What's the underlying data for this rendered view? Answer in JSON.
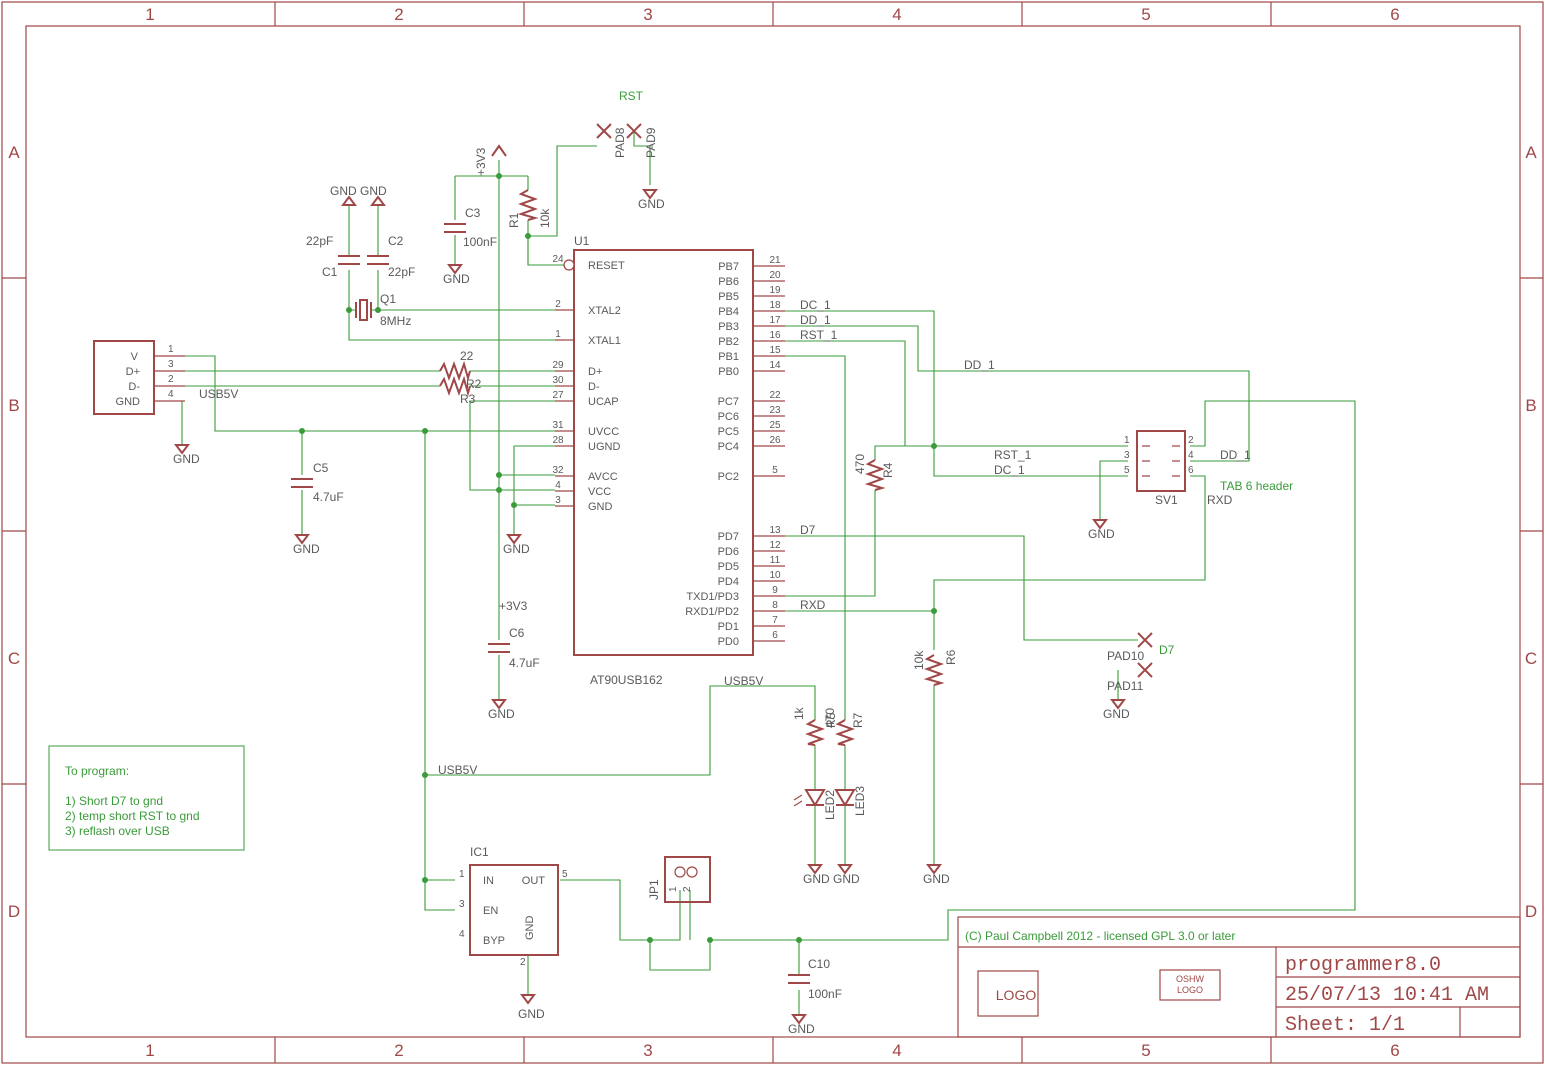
{
  "frame": {
    "columns": [
      "1",
      "2",
      "3",
      "4",
      "5",
      "6"
    ],
    "rows": [
      "A",
      "B",
      "C",
      "D"
    ]
  },
  "title_block": {
    "copyright": "(C) Paul Campbell 2012 - licensed GPL 3.0 or later",
    "name": "programmer8.0",
    "date": "25/07/13 10:41 AM",
    "sheet": "Sheet: 1/1",
    "logo": "LOGO",
    "oshw_1": "OSHW",
    "oshw_2": "LOGO"
  },
  "note": {
    "title": "To program:",
    "lines": [
      "1) Short D7 to gnd",
      "2) temp short RST to gnd",
      "3) reflash over USB"
    ]
  },
  "u1": {
    "ref": "U1",
    "value": "AT90USB162",
    "left_pins": [
      {
        "name": "RESET",
        "num": "24"
      },
      {
        "name": "XTAL2",
        "num": "2"
      },
      {
        "name": "XTAL1",
        "num": "1"
      },
      {
        "name": "D+",
        "num": "29"
      },
      {
        "name": "D-",
        "num": "30"
      },
      {
        "name": "UCAP",
        "num": "27"
      },
      {
        "name": "UVCC",
        "num": "31"
      },
      {
        "name": "UGND",
        "num": "28"
      },
      {
        "name": "AVCC",
        "num": "32"
      },
      {
        "name": "VCC",
        "num": "4"
      },
      {
        "name": "GND",
        "num": "3"
      }
    ],
    "right_pins": [
      {
        "name": "PB7",
        "num": "21"
      },
      {
        "name": "PB6",
        "num": "20"
      },
      {
        "name": "PB5",
        "num": "19"
      },
      {
        "name": "PB4",
        "num": "18"
      },
      {
        "name": "PB3",
        "num": "17"
      },
      {
        "name": "PB2",
        "num": "16"
      },
      {
        "name": "PB1",
        "num": "15"
      },
      {
        "name": "PB0",
        "num": "14"
      },
      {
        "name": "PC7",
        "num": "22"
      },
      {
        "name": "PC6",
        "num": "23"
      },
      {
        "name": "PC5",
        "num": "25"
      },
      {
        "name": "PC4",
        "num": "26"
      },
      {
        "name": "PC2",
        "num": "5"
      },
      {
        "name": "PD7",
        "num": "13"
      },
      {
        "name": "PD6",
        "num": "12"
      },
      {
        "name": "PD5",
        "num": "11"
      },
      {
        "name": "PD4",
        "num": "10"
      },
      {
        "name": "TXD1/PD3",
        "num": "9"
      },
      {
        "name": "RXD1/PD2",
        "num": "8"
      },
      {
        "name": "PD1",
        "num": "7"
      },
      {
        "name": "PD0",
        "num": "6"
      }
    ]
  },
  "usb_connector": {
    "pins": [
      {
        "name": "V",
        "num": "1"
      },
      {
        "name": "D+",
        "num": "3"
      },
      {
        "name": "D-",
        "num": "2"
      },
      {
        "name": "GND",
        "num": "4"
      }
    ]
  },
  "ic1": {
    "ref": "IC1",
    "in": "IN",
    "out": "OUT",
    "en": "EN",
    "byp": "BYP",
    "gnd": "GND",
    "pin_in": "1",
    "pin_out": "5",
    "pin_en": "3",
    "pin_byp": "4",
    "pin_gnd": "2"
  },
  "sv1": {
    "ref": "SV1",
    "desc": "TAB 6 header",
    "pins_left": [
      "1",
      "3",
      "5"
    ],
    "pins_right": [
      "2",
      "4",
      "6"
    ]
  },
  "jp1": {
    "ref": "JP1",
    "p1": "1",
    "p2": "2"
  },
  "components": {
    "r1": {
      "ref": "R1",
      "value": "10k"
    },
    "r2": {
      "value": "22",
      "ref": "R2"
    },
    "r3": {
      "ref": "R3"
    },
    "r4": {
      "value": "470",
      "ref": "R4"
    },
    "r5": {
      "value": "1k",
      "ref": "R5"
    },
    "r6": {
      "value": "10k",
      "ref": "R6"
    },
    "r7": {
      "value": "470",
      "ref": "R7"
    },
    "c1": {
      "ref": "C1",
      "value": "22pF"
    },
    "c2": {
      "ref": "C2",
      "value": "22pF"
    },
    "c3": {
      "ref": "C3",
      "value": "100nF"
    },
    "c5": {
      "ref": "C5",
      "value": "4.7uF"
    },
    "c6": {
      "ref": "C6",
      "value": "4.7uF"
    },
    "c10": {
      "ref": "C10",
      "value": "100nF"
    },
    "q1": {
      "ref": "Q1",
      "value": "8MHz"
    },
    "led2": {
      "ref": "LED2"
    },
    "led3": {
      "ref": "LED3"
    },
    "pad8": "PAD8",
    "pad9": "PAD9",
    "pad10": "PAD10",
    "pad11": "PAD11"
  },
  "nets": {
    "gnd": "GND",
    "v33": "+3V3",
    "usb5v": "USB5V",
    "rst": "RST",
    "rst_1": "RST_1",
    "dc_1": "DC_1",
    "dd_1": "DD_1",
    "d7": "D7",
    "rxd": "RXD"
  }
}
